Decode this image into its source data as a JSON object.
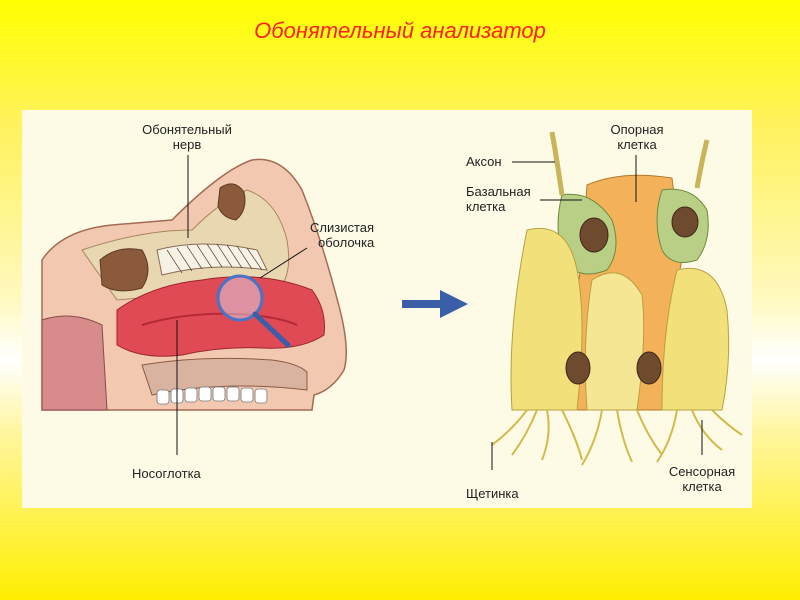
{
  "title": "Обонятельный анализатор",
  "labels": {
    "olfactory_nerve_1": "Обонятельный",
    "olfactory_nerve_2": "нерв",
    "mucosa_1": "Слизистая",
    "mucosa_2": "оболочка",
    "nasopharynx": "Носоглотка",
    "support_cell_1": "Опорная",
    "support_cell_2": "клетка",
    "axon": "Аксон",
    "basal_cell_1": "Базальная",
    "basal_cell_2": "клетка",
    "sensory_cell_1": "Сенсорная",
    "sensory_cell_2": "клетка",
    "cilia": "Щетинка"
  },
  "colors": {
    "title": "#ff2020",
    "arrow": "#3a5ea8",
    "mucosa": "#e04a55",
    "sensory_cell": "#f2e07a",
    "support_cell": "#f3b25a",
    "basal_cell": "#b9cf86"
  },
  "icons": {
    "arrow": "right-arrow-icon",
    "magnifier": "magnifier-icon"
  }
}
